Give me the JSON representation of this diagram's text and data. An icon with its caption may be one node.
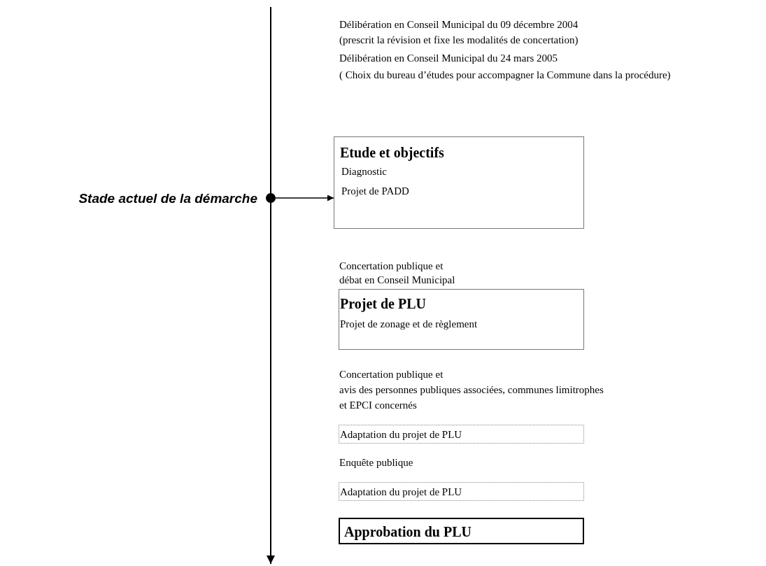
{
  "diagram": {
    "nodes": [
      {
        "text": [
          "Etude et objectifs",
          "Diagnostic",
          "Projet de PADD"
        ]
      },
      {
        "text": [
          "Projet de PLU",
          "Projet de zonage et de règlement"
        ]
      },
      {
        "text": [
          "Adaptation du projet de PLU"
        ]
      },
      {
        "text": [
          "Adaptation du projet de PLU"
        ]
      },
      {
        "text": [
          "Approbation du PLU"
        ]
      },
      {
        "text": [],
        "shape": "circle"
      }
    ],
    "edges": [
      {
        "from": 5,
        "to": 0,
        "arrow": "to"
      }
    ],
    "labels": [
      "Délibération en Conseil Municipal du 09 décembre 2004",
      "(prescrit la révision et fixe les modalités de concertation)",
      " Délibération en Conseil Municipal du 24 mars 2005",
      "( Choix du bureau d’études pour accompagner la Commune dans la procédure)",
      "Stade actuel de la démarche",
      "Concertation publique et",
      "débat en Conseil Municipal",
      "Concertation publique et",
      "avis des personnes publiques associées, communes limitrophes",
      "et EPCI concernés",
      "Enquête publique"
    ]
  }
}
